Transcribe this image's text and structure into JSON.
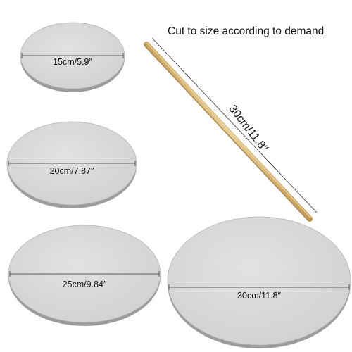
{
  "caption": "Cut to size according to demand",
  "discs": [
    {
      "label": "15cm/5.9″"
    },
    {
      "label": "20cm/7.87″"
    },
    {
      "label": "25cm/9.84″"
    },
    {
      "label": "30cm/11.8″"
    }
  ],
  "rod": {
    "label": "30cm/11.8″"
  },
  "colors": {
    "disc_top": "#d9d9d9",
    "disc_edge": "#9a9a9a",
    "rod": "#d9b978",
    "measure_line": "#333333",
    "text": "#111111"
  }
}
